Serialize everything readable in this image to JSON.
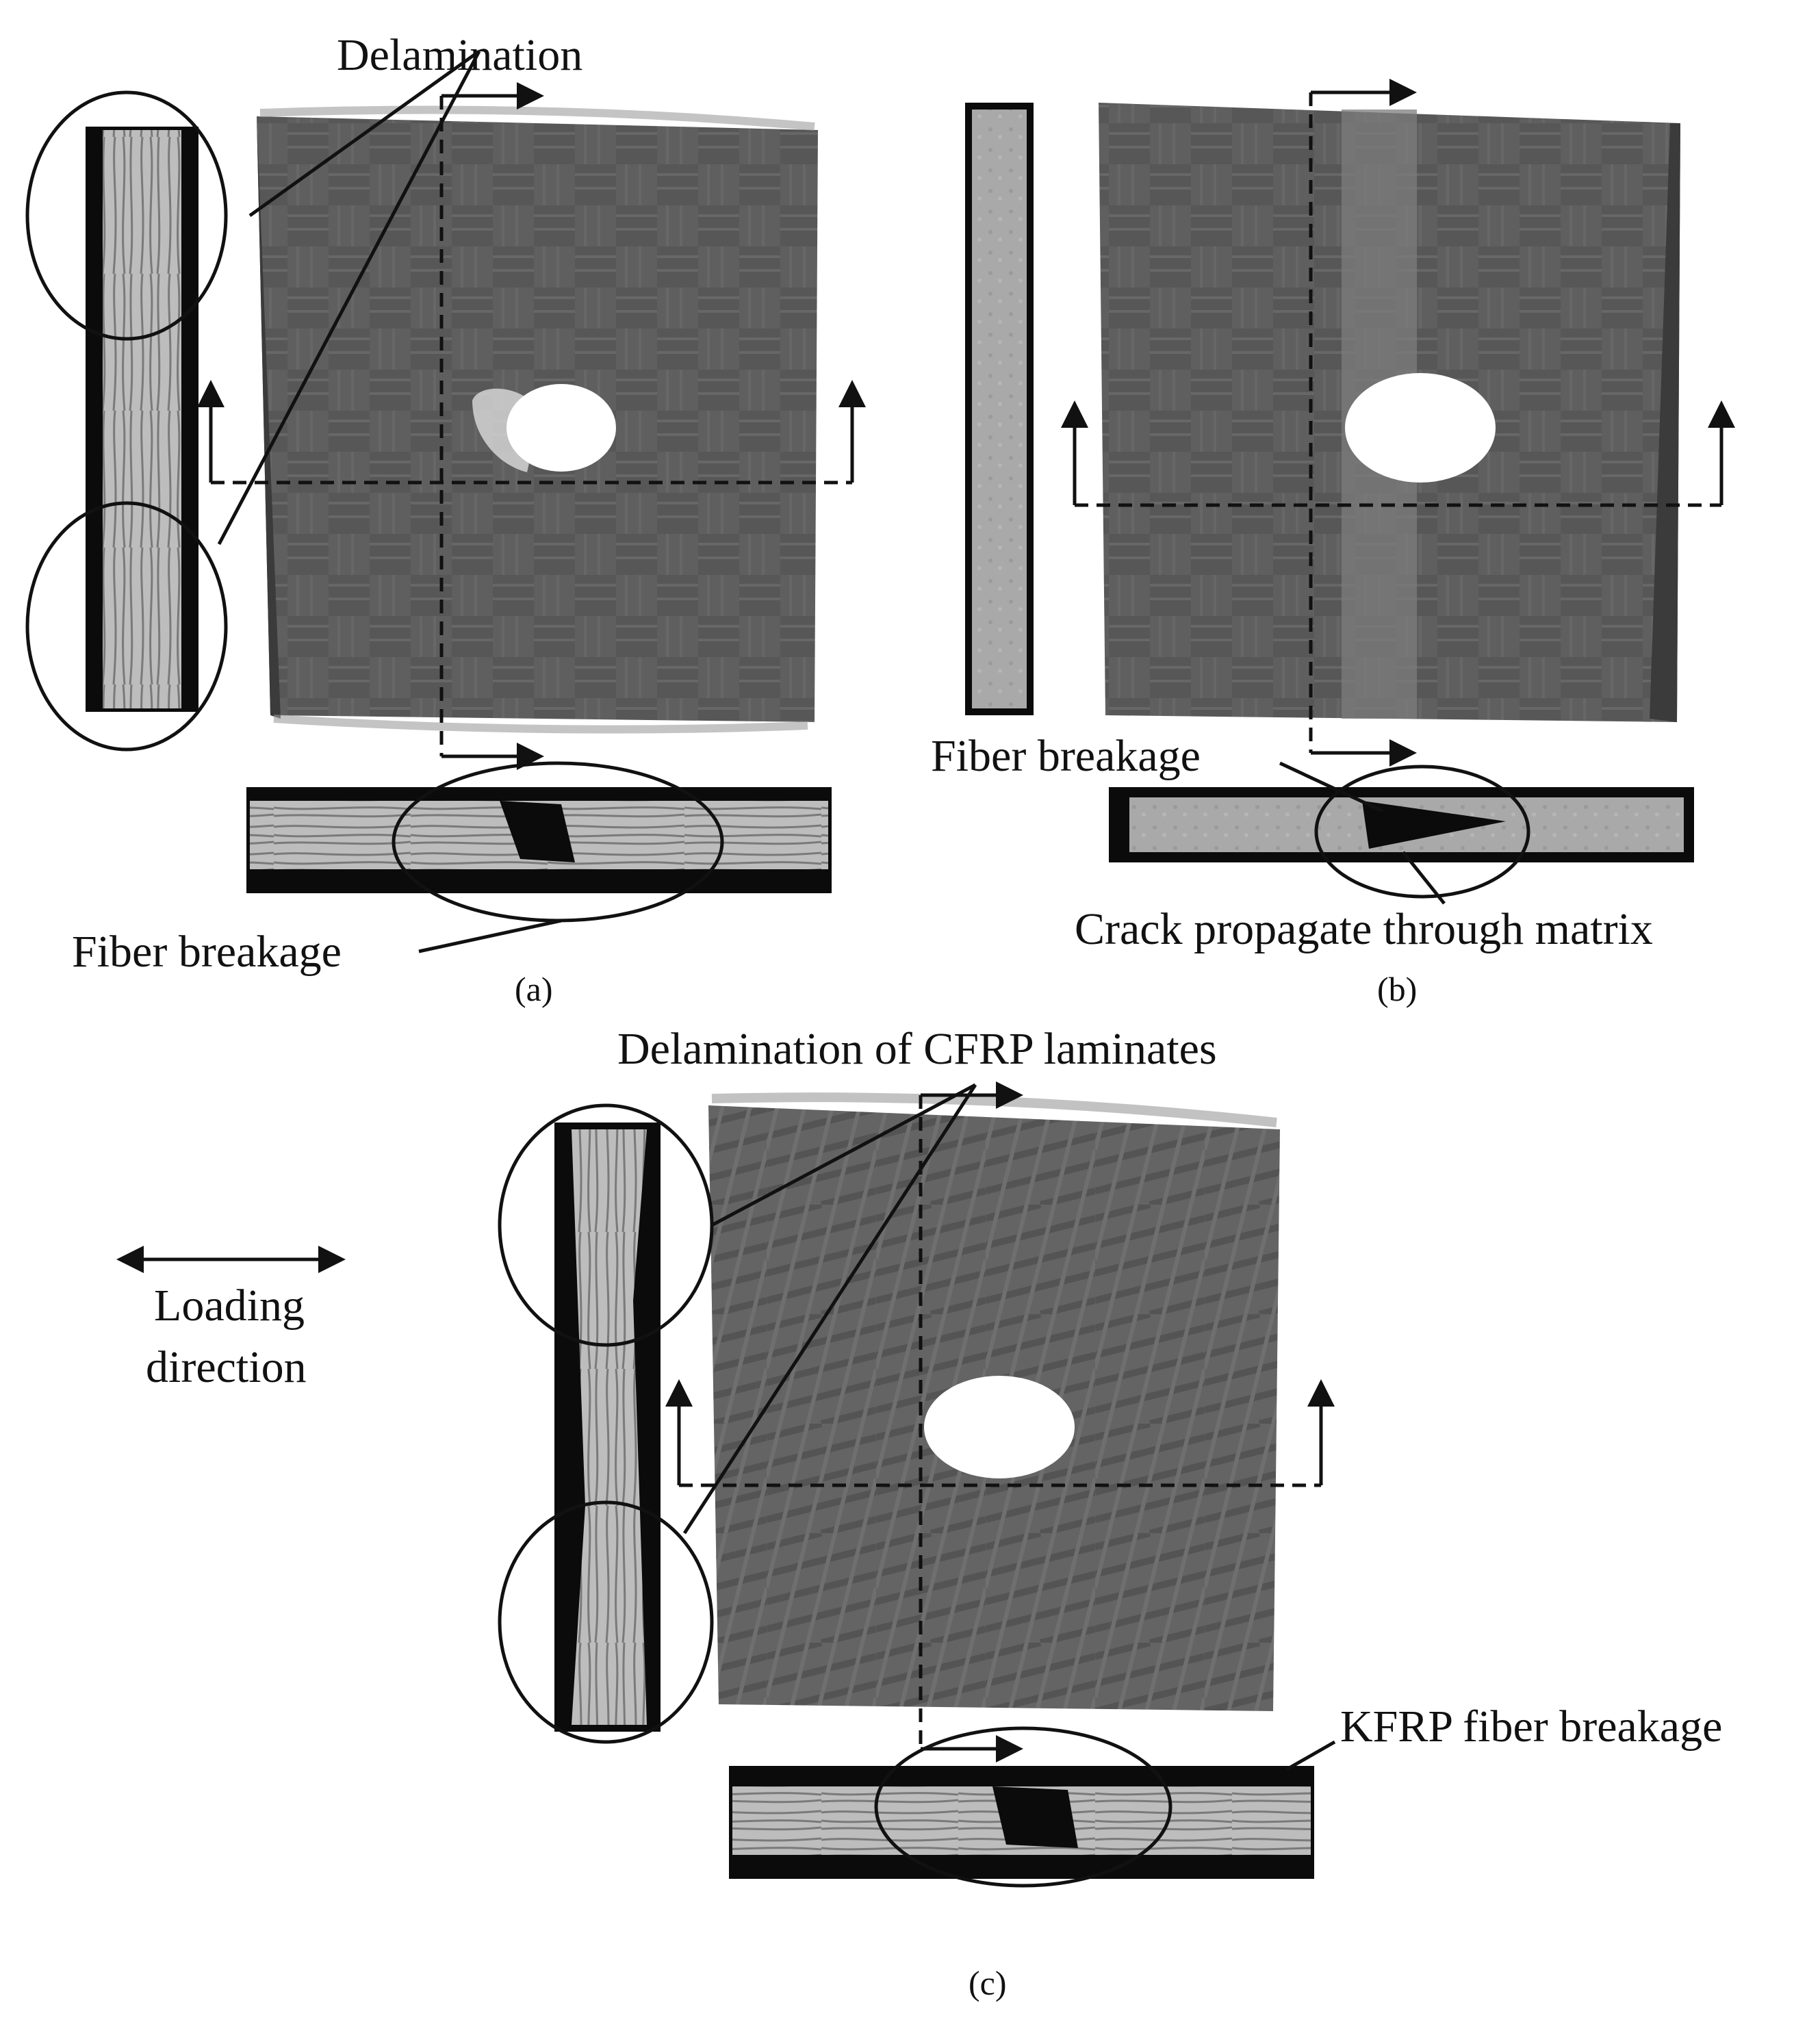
{
  "panels": [
    {
      "id": "a",
      "caption": "(a)",
      "annotations": [
        "Delamination",
        "Fiber breakage"
      ]
    },
    {
      "id": "b",
      "caption": "(b)",
      "annotations": [
        "Fiber breakage",
        "Crack propagate through matrix"
      ]
    },
    {
      "id": "c",
      "caption": "(c)",
      "annotations": [
        "Delamination of CFRP laminates",
        "KFRP fiber breakage"
      ]
    }
  ],
  "legend": {
    "line1": "Loading",
    "line2": "direction"
  },
  "colors": {
    "specimen": "#5e5e5e",
    "section_background": "#0a0a0a",
    "fiber": "#b9b9b9",
    "hole": "#ffffff",
    "ink": "#111111"
  }
}
